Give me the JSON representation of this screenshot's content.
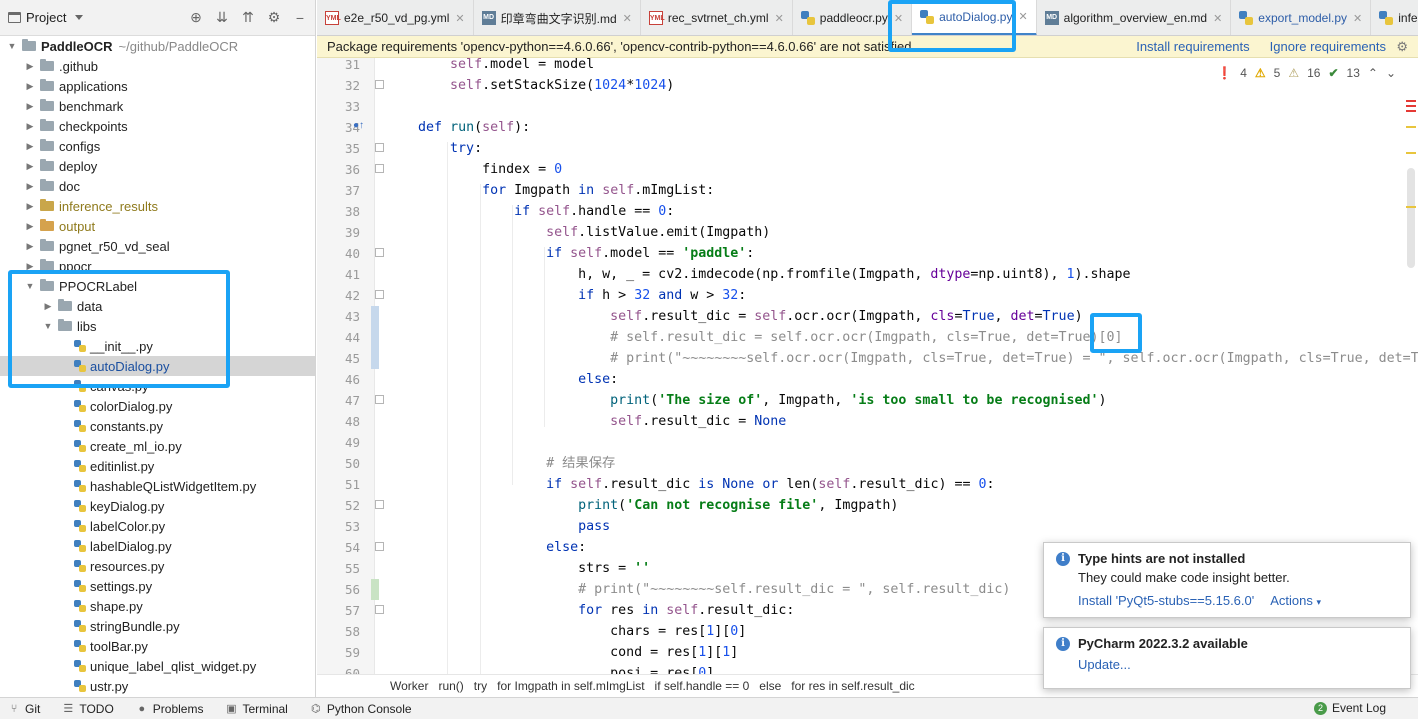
{
  "project": {
    "title": "Project",
    "tree": [
      {
        "label": "PaddleOCR",
        "sub": "~/github/PaddleOCR",
        "kind": "root",
        "indent": 0,
        "open": true
      },
      {
        "label": ".github",
        "kind": "folder",
        "indent": 1
      },
      {
        "label": "applications",
        "kind": "folder",
        "indent": 1
      },
      {
        "label": "benchmark",
        "kind": "folder",
        "indent": 1
      },
      {
        "label": "checkpoints",
        "kind": "folder",
        "indent": 1
      },
      {
        "label": "configs",
        "kind": "folder",
        "indent": 1
      },
      {
        "label": "deploy",
        "kind": "folder",
        "indent": 1
      },
      {
        "label": "doc",
        "kind": "folder",
        "indent": 1
      },
      {
        "label": "inference_results",
        "kind": "folder-yellow",
        "indent": 1
      },
      {
        "label": "output",
        "kind": "folder-orange",
        "indent": 1
      },
      {
        "label": "pgnet_r50_vd_seal",
        "kind": "folder",
        "indent": 1
      },
      {
        "label": "ppocr",
        "kind": "folder",
        "indent": 1
      },
      {
        "label": "PPOCRLabel",
        "kind": "folder",
        "indent": 1,
        "open": true
      },
      {
        "label": "data",
        "kind": "folder",
        "indent": 2
      },
      {
        "label": "libs",
        "kind": "folder",
        "indent": 2,
        "open": true
      },
      {
        "label": "__init__.py",
        "kind": "py",
        "indent": 3
      },
      {
        "label": "autoDialog.py",
        "kind": "py",
        "indent": 3,
        "selected": true
      },
      {
        "label": "canvas.py",
        "kind": "py",
        "indent": 3
      },
      {
        "label": "colorDialog.py",
        "kind": "py",
        "indent": 3
      },
      {
        "label": "constants.py",
        "kind": "py",
        "indent": 3
      },
      {
        "label": "create_ml_io.py",
        "kind": "py",
        "indent": 3
      },
      {
        "label": "editinlist.py",
        "kind": "py",
        "indent": 3
      },
      {
        "label": "hashableQListWidgetItem.py",
        "kind": "py",
        "indent": 3
      },
      {
        "label": "keyDialog.py",
        "kind": "py",
        "indent": 3
      },
      {
        "label": "labelColor.py",
        "kind": "py",
        "indent": 3
      },
      {
        "label": "labelDialog.py",
        "kind": "py",
        "indent": 3
      },
      {
        "label": "resources.py",
        "kind": "py",
        "indent": 3
      },
      {
        "label": "settings.py",
        "kind": "py",
        "indent": 3
      },
      {
        "label": "shape.py",
        "kind": "py",
        "indent": 3
      },
      {
        "label": "stringBundle.py",
        "kind": "py",
        "indent": 3
      },
      {
        "label": "toolBar.py",
        "kind": "py",
        "indent": 3
      },
      {
        "label": "unique_label_qlist_widget.py",
        "kind": "py",
        "indent": 3
      },
      {
        "label": "ustr.py",
        "kind": "py",
        "indent": 3
      }
    ]
  },
  "tabs": [
    {
      "label": "e2e_r50_vd_pg.yml",
      "icon": "yml",
      "icon_text": "YML"
    },
    {
      "label": "印章弯曲文字识别.md",
      "icon": "md",
      "icon_text": "MD"
    },
    {
      "label": "rec_svtrnet_ch.yml",
      "icon": "yml",
      "icon_text": "YML"
    },
    {
      "label": "paddleocr.py",
      "icon": "py",
      "icon_text": ""
    },
    {
      "label": "autoDialog.py",
      "icon": "py",
      "icon_text": "",
      "active": true
    },
    {
      "label": "algorithm_overview_en.md",
      "icon": "md",
      "icon_text": "MD"
    },
    {
      "label": "export_model.py",
      "icon": "py",
      "icon_text": "",
      "blue": true
    },
    {
      "label": "infer_c",
      "icon": "py",
      "icon_text": ""
    }
  ],
  "notice": {
    "text": "Package requirements 'opencv-python==4.6.0.66', 'opencv-contrib-python==4.6.0.66' are not satisfied",
    "install": "Install requirements",
    "ignore": "Ignore requirements"
  },
  "inspections": {
    "errors": "4",
    "warnings": "5",
    "weak": "16",
    "ok": "13"
  },
  "code": {
    "line_numbers": [
      "31",
      "32",
      "33",
      "34",
      "35",
      "36",
      "37",
      "38",
      "39",
      "40",
      "41",
      "42",
      "43",
      "44",
      "45",
      "46",
      "47",
      "48",
      "49",
      "50",
      "51",
      "52",
      "53",
      "54",
      "55",
      "56",
      "57",
      "58",
      "59",
      "60"
    ]
  },
  "breadcrumbs": [
    "Worker",
    "run()",
    "try",
    "for Imgpath in self.mImgList",
    "if self.handle == 0",
    "else",
    "for res in self.result_dic"
  ],
  "statusbar": {
    "items": [
      {
        "label": "Git",
        "icon": "git-icon"
      },
      {
        "label": "TODO",
        "icon": "todo-icon"
      },
      {
        "label": "Problems",
        "icon": "problems-icon"
      },
      {
        "label": "Terminal",
        "icon": "terminal-icon"
      },
      {
        "label": "Python Console",
        "icon": "python-console-icon"
      }
    ],
    "event_log": "Event Log",
    "event_count": "2"
  },
  "notifications": [
    {
      "title": "Type hints are not installed",
      "body": "They could make code insight better.",
      "action1": "Install 'PyQt5-stubs==5.15.6.0'",
      "action2": "Actions"
    },
    {
      "title": "PyCharm 2022.3.2 available",
      "action1": "Update..."
    }
  ],
  "colors": {
    "highlight": "#1aa3f5",
    "accent": "#4083c9",
    "keyword": "#0033b3",
    "string": "#067d17",
    "comment": "#8c8c8c"
  }
}
